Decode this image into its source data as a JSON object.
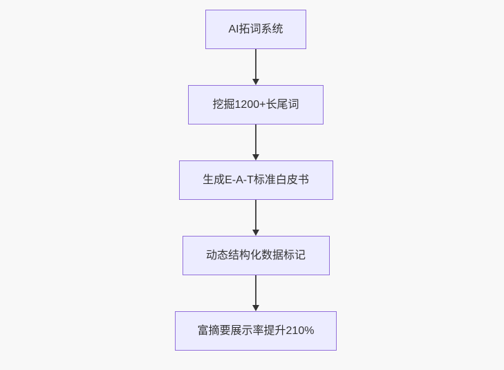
{
  "diagram": {
    "type": "flowchart",
    "direction": "top-down",
    "nodes": [
      {
        "id": "A",
        "label": "AI拓词系统"
      },
      {
        "id": "B",
        "label": "挖掘1200+长尾词"
      },
      {
        "id": "C",
        "label": "生成E-A-T标准白皮书"
      },
      {
        "id": "D",
        "label": "动态结构化数据标记"
      },
      {
        "id": "E",
        "label": "富摘要展示率提升210%"
      }
    ],
    "edges": [
      {
        "from": "A",
        "to": "B"
      },
      {
        "from": "B",
        "to": "C"
      },
      {
        "from": "C",
        "to": "D"
      },
      {
        "from": "D",
        "to": "E"
      }
    ],
    "colors": {
      "node_fill": "#ECECFF",
      "node_border": "#9370DB",
      "arrow_line": "#4D4D4D",
      "arrow_head": "#333333",
      "text": "#333333",
      "background": "#F8F8F8"
    }
  }
}
